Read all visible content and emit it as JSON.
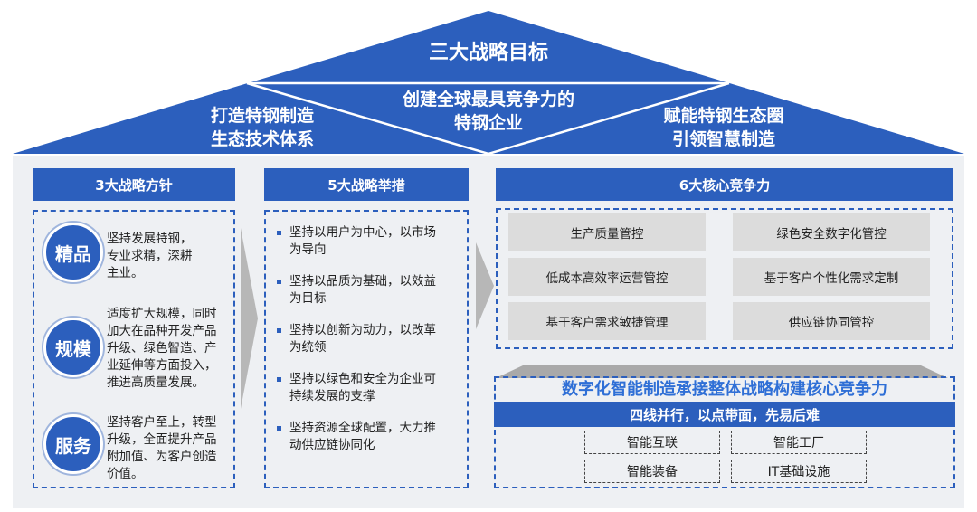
{
  "roof": {
    "apex_title": "三大战略目标",
    "left_goal": [
      "打造特钢制造",
      "生态技术体系"
    ],
    "center_goal": [
      "创建全球最具竞争力的",
      "特钢企业"
    ],
    "right_goal": [
      "赋能特钢生态圈",
      "引领智慧制造"
    ]
  },
  "policies": {
    "header": "3大战略方针",
    "items": [
      {
        "badge": "精品",
        "text": [
          "坚持发展特钢，",
          "专业求精，深耕",
          "主业。"
        ]
      },
      {
        "badge": "规模",
        "text": [
          "适度扩大规模，同时",
          "加大在品种开发产品",
          "升级、绿色智造、产",
          "业延伸等方面投入，",
          "推进高质量发展。"
        ]
      },
      {
        "badge": "服务",
        "text": [
          "坚持客户至上，转型",
          "升级，全面提升产品",
          "附加值、为客户创造",
          "价值。"
        ]
      }
    ]
  },
  "measures": {
    "header": "5大战略举措",
    "items": [
      [
        "坚持以用户为中心，以市场",
        "为导向"
      ],
      [
        "坚持以品质为基础，以效益",
        "为目标"
      ],
      [
        "坚持以创新为动力，以改革",
        "为统领"
      ],
      [
        "坚持以绿色和安全为企业可",
        "持续发展的支撑"
      ],
      [
        "坚持资源全球配置，大力推",
        "动供应链协同化"
      ]
    ]
  },
  "competencies": {
    "header": "6大核心竞争力",
    "cells": [
      "生产质量管控",
      "绿色安全数字化管控",
      "低成本高效率运营管控",
      "基于客户个性化需求定制",
      "基于客户需求敏捷管理",
      "供应链协同管控"
    ]
  },
  "digital": {
    "title": "数字化智能制造承接整体战略构建核心竞争力",
    "bar": "四线并行，以点带面，先易后难",
    "items": [
      "智能互联",
      "智能工厂",
      "智能装备",
      "IT基础设施"
    ]
  },
  "colors": {
    "primary": "#2c5fbd",
    "title_blue": "#2f6fd6",
    "cell_gray": "#dcdcdc"
  }
}
